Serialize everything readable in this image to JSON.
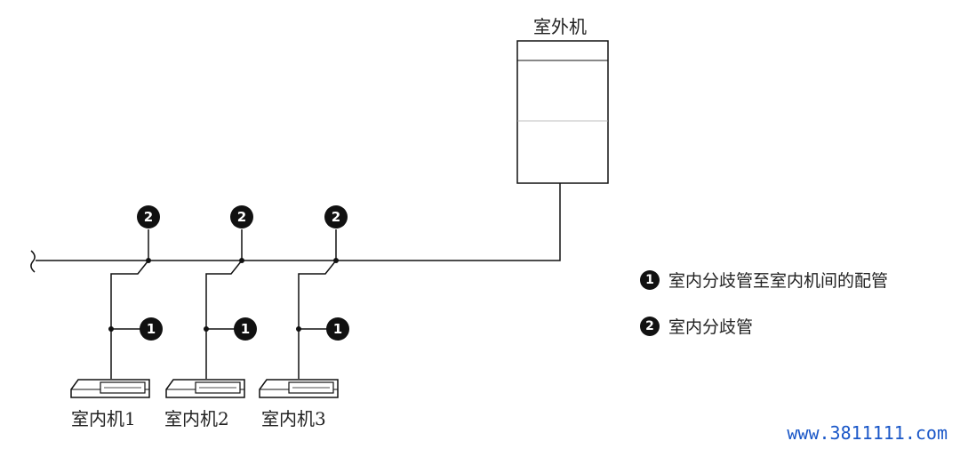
{
  "outdoor_unit": {
    "label": "室外机"
  },
  "indoor_units": [
    {
      "label": "室内机1",
      "branch_marker": "2",
      "pipe_marker": "1"
    },
    {
      "label": "室内机2",
      "branch_marker": "2",
      "pipe_marker": "1"
    },
    {
      "label": "室内机3",
      "branch_marker": "2",
      "pipe_marker": "1"
    }
  ],
  "legend": [
    {
      "marker": "1",
      "text": "室内分歧管至室内机间的配管"
    },
    {
      "marker": "2",
      "text": "室内分歧管"
    }
  ],
  "watermark": "www.3811111.com",
  "colors": {
    "line": "#111111",
    "marker_fill": "#111111",
    "watermark": "#1a57c8"
  }
}
